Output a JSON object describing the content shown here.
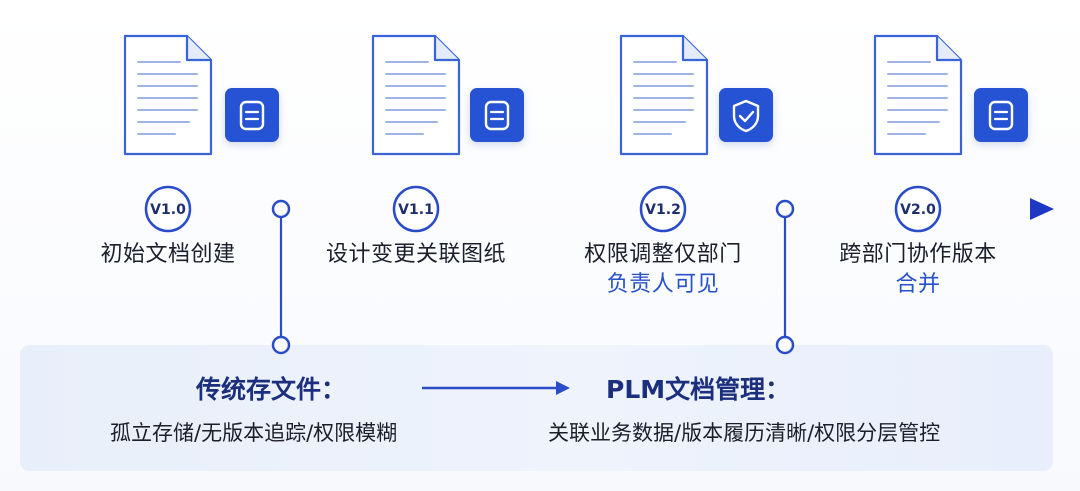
{
  "milestones": [
    {
      "version": "V1.0",
      "label": "初始文档创建",
      "sublabel": "",
      "badge_icon": "document-list-icon"
    },
    {
      "version": "V1.1",
      "label": "设计变更关联图纸",
      "sublabel": "",
      "badge_icon": "document-list-icon"
    },
    {
      "version": "V1.2",
      "label": "权限调整仅部门",
      "sublabel": "负责人可见",
      "badge_icon": "shield-check-icon"
    },
    {
      "version": "V2.0",
      "label": "跨部门协作版本",
      "sublabel": "合并",
      "badge_icon": "document-list-icon"
    }
  ],
  "comparison": {
    "traditional": {
      "title": "传统存文件：",
      "description": "孤立存储/无版本追踪/权限模糊"
    },
    "plm": {
      "title": "PLM文档管理：",
      "description": "关联业务数据/版本履历清晰/权限分层管控"
    }
  },
  "colors": {
    "timeline": "#1f46c8",
    "badge": "#2553d3",
    "panel": "#eaf0fb",
    "accent_text": "#2651c9",
    "title_text": "#1c2f7d"
  }
}
